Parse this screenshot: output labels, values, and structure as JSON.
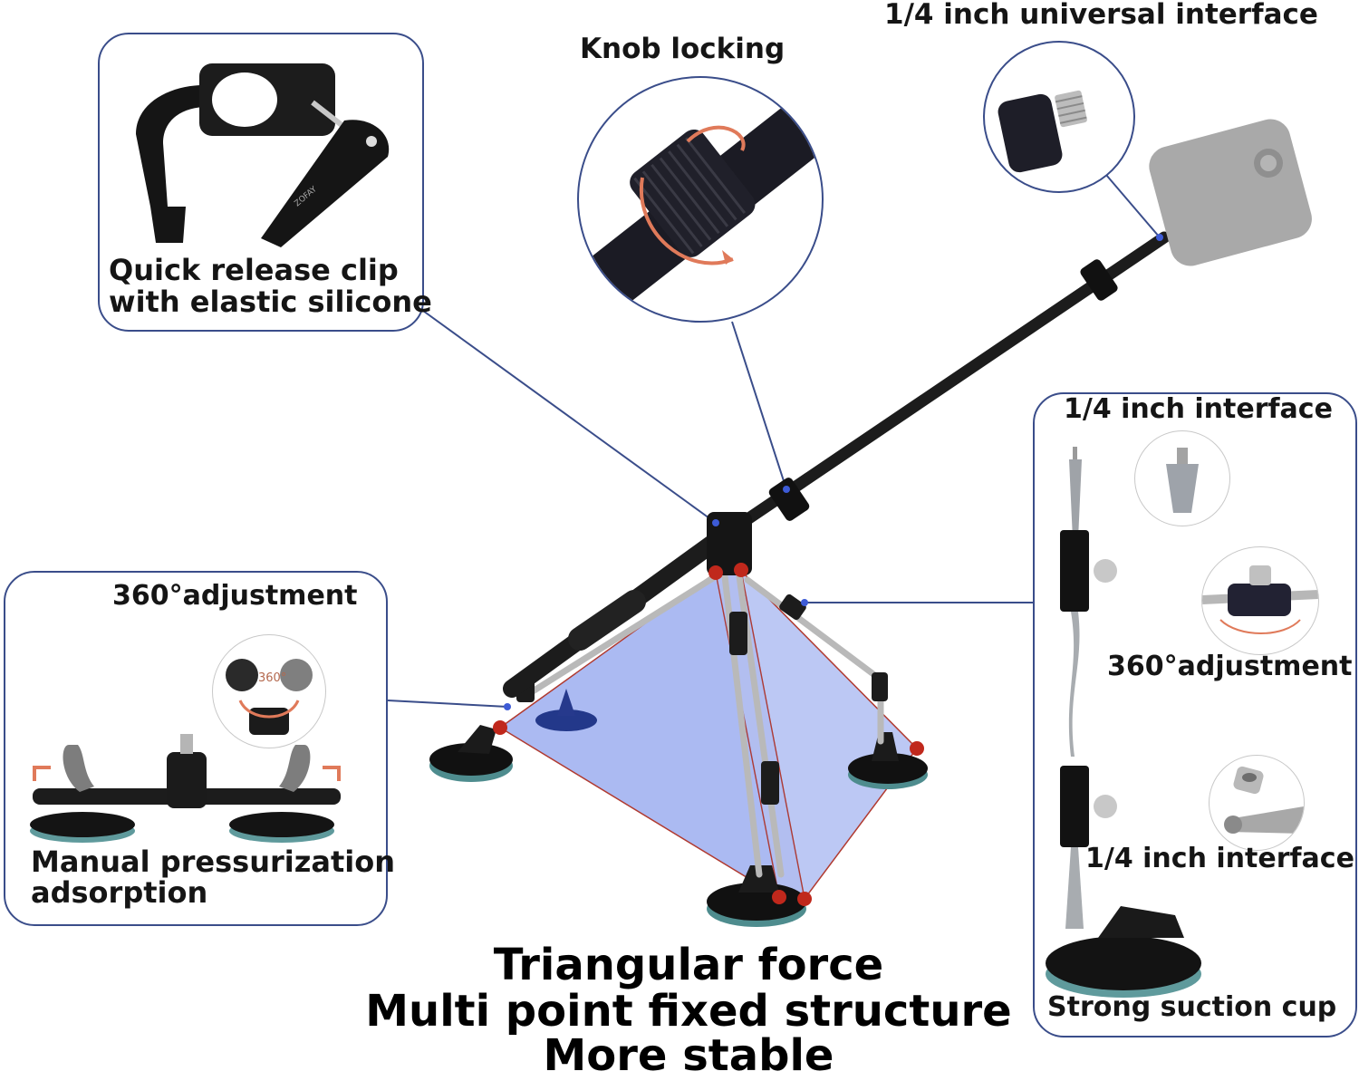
{
  "callouts": {
    "universal_interface": "1/4 inch universal interface",
    "knob_locking": "Knob locking",
    "clip_line1": "Quick release clip",
    "clip_line2": "with elastic silicone",
    "adjust_left": "360°adjustment",
    "left_circle_mark": "360°",
    "pressure_line1": "Manual pressurization",
    "pressure_line2": "adsorption",
    "interface_top": "1/4 inch interface",
    "adjust_right": "360°adjustment",
    "interface_bottom": "1/4 inch interface",
    "suction_cup": "Strong suction cup"
  },
  "headline": {
    "line1": "Triangular force",
    "line2": "Multi point fixed structure",
    "line3": "More stable"
  },
  "brand": "ZOFAY",
  "colors": {
    "outline": "#3a4d8a",
    "triangle_fill": "#8fa3ee",
    "joint_red": "#c0281c",
    "rod_black": "#1c1c1c",
    "arrow_orange": "#e07a5a"
  }
}
